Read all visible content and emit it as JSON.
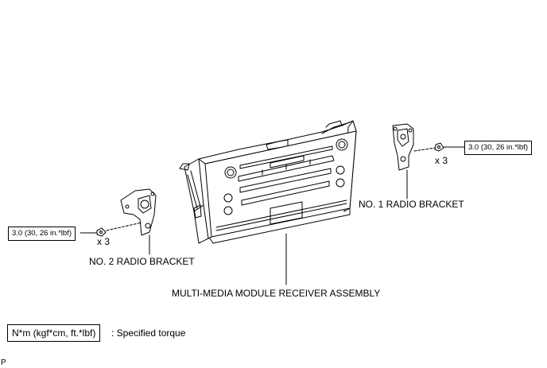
{
  "labels": {
    "no1_bracket": "NO. 1 RADIO BRACKET",
    "no2_bracket": "NO. 2 RADIO BRACKET",
    "receiver": "MULTI-MEDIA MODULE RECEIVER ASSEMBLY"
  },
  "torque": {
    "right_value": "3.0 (30, 26 in.*lbf)",
    "left_value": "3.0 (30, 26 in.*lbf)",
    "right_qty": "x 3",
    "left_qty": "x 3"
  },
  "legend": {
    "unit_box": "N*m (kgf*cm, ft.*lbf)",
    "desc": ": Specified torque"
  },
  "corner_mark": "P"
}
